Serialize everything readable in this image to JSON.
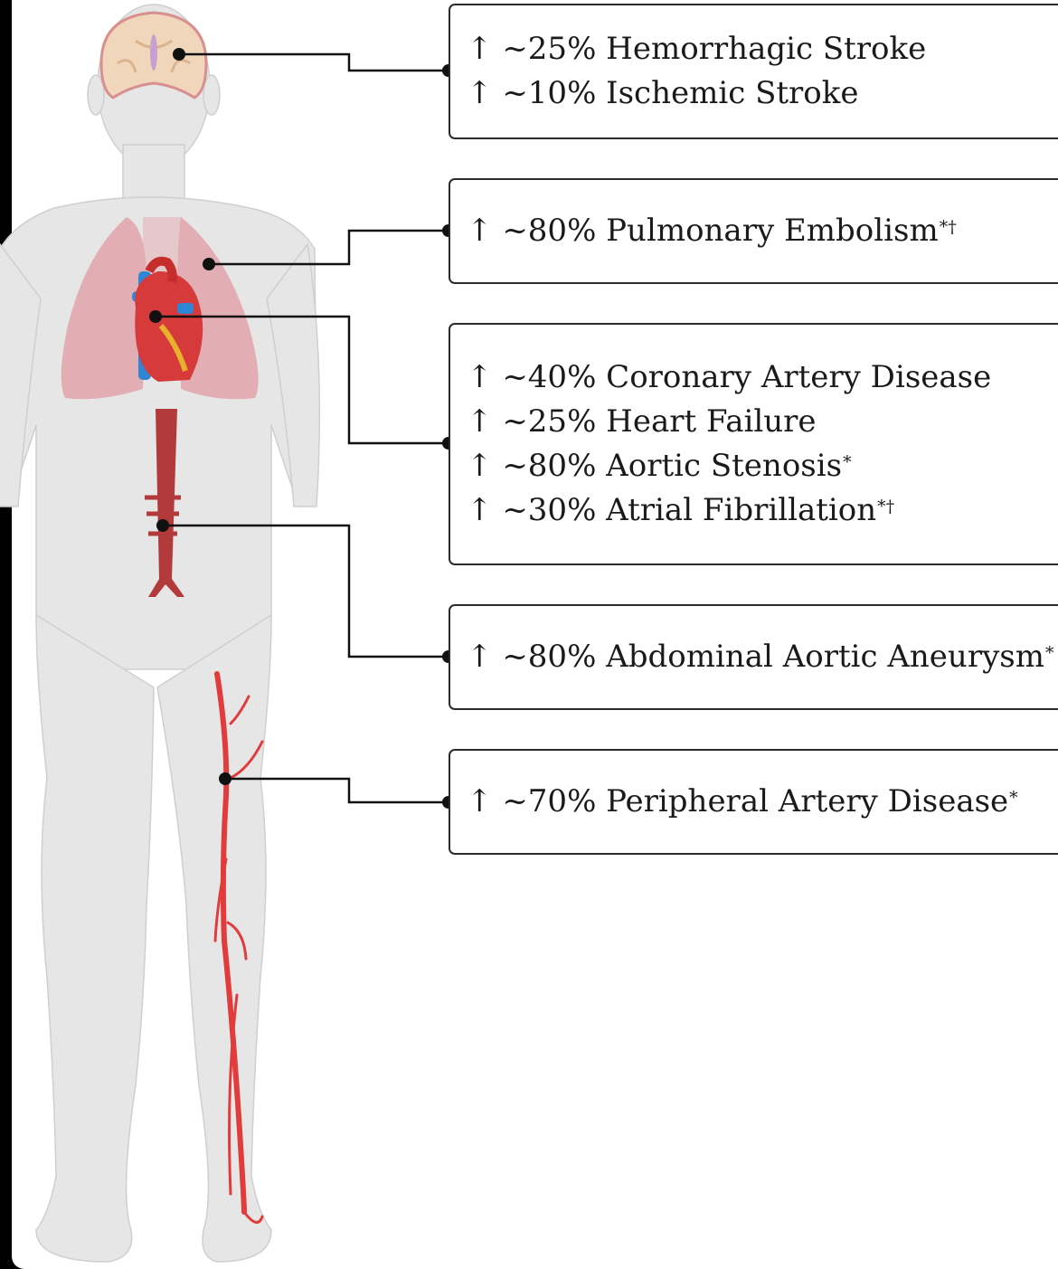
{
  "colors": {
    "body": "#e6e6e6",
    "body_outline": "#cfcfcf",
    "lungs": "#e3aeb3",
    "heart": "#d63a3a",
    "veins": "#2f86d4",
    "aorta": "#b23a3a",
    "leg_arteries": "#e23b3b",
    "connector": "#111111"
  },
  "icons": [
    "brain-icon",
    "lungs-icon",
    "heart-icon",
    "aorta-icon",
    "leg-arteries-icon"
  ],
  "boxes": [
    {
      "lines": [
        {
          "arrow": "↑",
          "text": "~25% Hemorrhagic Stroke",
          "mark": ""
        },
        {
          "arrow": "↑",
          "text": "~10% Ischemic Stroke",
          "mark": ""
        }
      ]
    },
    {
      "lines": [
        {
          "arrow": "↑",
          "text": "~80% Pulmonary Embolism",
          "mark": "*†"
        }
      ]
    },
    {
      "lines": [
        {
          "arrow": "↑",
          "text": "~40% Coronary Artery Disease",
          "mark": ""
        },
        {
          "arrow": "↑",
          "text": "~25% Heart Failure",
          "mark": ""
        },
        {
          "arrow": "↑",
          "text": "~80% Aortic Stenosis",
          "mark": "*"
        },
        {
          "arrow": "↑",
          "text": "~30% Atrial Fibrillation",
          "mark": "*†"
        }
      ]
    },
    {
      "lines": [
        {
          "arrow": "↑",
          "text": "~80% Abdominal Aortic Aneurysm",
          "mark": "*"
        }
      ]
    },
    {
      "lines": [
        {
          "arrow": "↑",
          "text": "~70% Peripheral Artery Disease",
          "mark": "*"
        }
      ]
    }
  ]
}
